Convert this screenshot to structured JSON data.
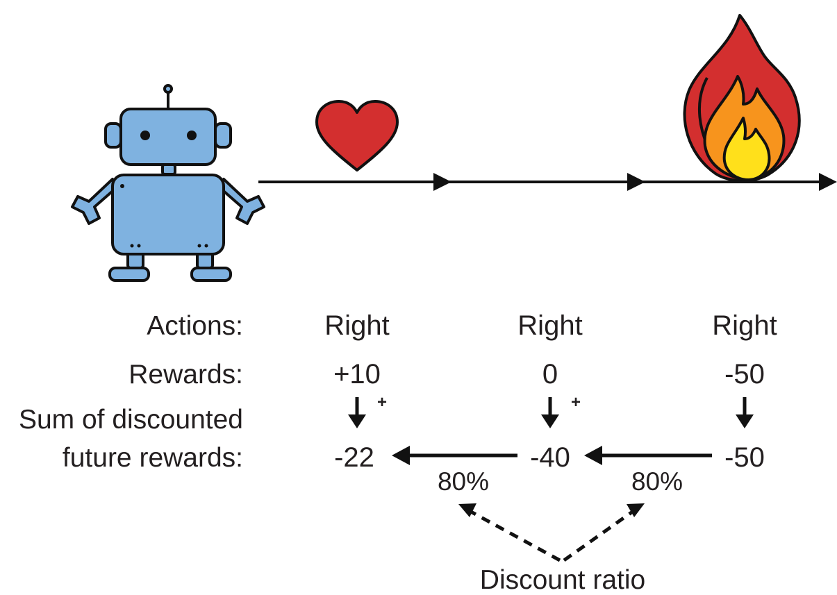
{
  "labels": {
    "actions": "Actions:",
    "rewards": "Rewards:",
    "sum_line1": "Sum of discounted",
    "sum_line2": "future rewards:",
    "discount_ratio": "Discount ratio",
    "plus": "+"
  },
  "steps": [
    {
      "action": "Right",
      "reward": "+10",
      "discounted": "-22",
      "reward_sign": "positive"
    },
    {
      "action": "Right",
      "reward": "0",
      "discounted": "-40",
      "reward_sign": "neutral"
    },
    {
      "action": "Right",
      "reward": "-50",
      "discounted": "-50",
      "reward_sign": "negative"
    }
  ],
  "discount_percentages": [
    "80%",
    "80%"
  ],
  "icons": [
    "robot-icon",
    "heart-icon",
    "fire-icon"
  ],
  "colors": {
    "positive": "#2e9e47",
    "negative": "#c0283a",
    "neutral": "#231f20",
    "robot_body": "#7fb2e0",
    "heart": "#d32f2f",
    "fire_outer": "#d32f2f",
    "fire_mid": "#f7941d",
    "fire_inner": "#ffe01b"
  }
}
